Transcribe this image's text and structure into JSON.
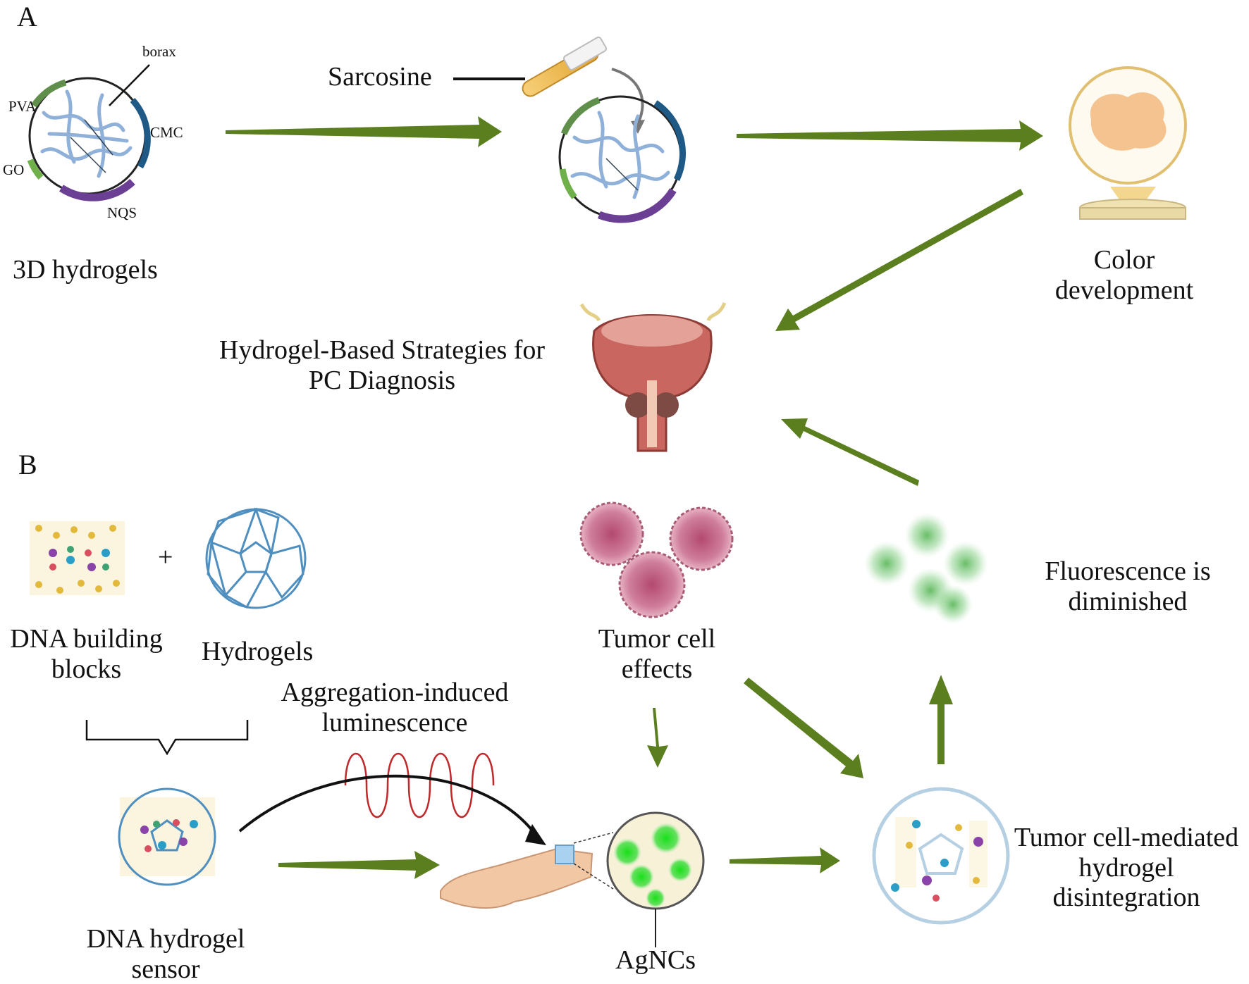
{
  "panel_a": {
    "label": "A",
    "hydrogel_components": {
      "borax": "borax",
      "pva": "PVA",
      "cmc": "CMC",
      "go": "GO",
      "nqs": "NQS"
    },
    "hydrogels_caption": "3D hydrogels",
    "sarcosine": "Sarcosine",
    "color_development": [
      "Color",
      "development"
    ]
  },
  "center": {
    "title": [
      "Hydrogel-Based Strategies for",
      "PC Diagnosis"
    ]
  },
  "panel_b": {
    "label": "B",
    "plus": "+",
    "dna_blocks": [
      "DNA building",
      "blocks"
    ],
    "hydrogels": "Hydrogels",
    "aggregation": [
      "Aggregation-induced",
      "luminescence"
    ],
    "dna_sensor": [
      "DNA hydrogel",
      "sensor"
    ],
    "tumor_effects": [
      "Tumor cell",
      "effects"
    ],
    "agncs": "AgNCs",
    "fluorescence": [
      "Fluorescence is",
      "diminished"
    ],
    "disintegration": [
      "Tumor cell-mediated",
      "hydrogel",
      "disintegration"
    ]
  },
  "colors": {
    "arrow": "#5b7f1f",
    "cmc": "#1f5a87",
    "nqs": "#6a3f94",
    "pva": "#5f8f4a",
    "go": "#6fb04a",
    "strand": "#8fb0d8",
    "hydrogel_lattice": "#4f8fc0",
    "tumor": "#c97a96",
    "fluorescence": "#6cc26c"
  }
}
